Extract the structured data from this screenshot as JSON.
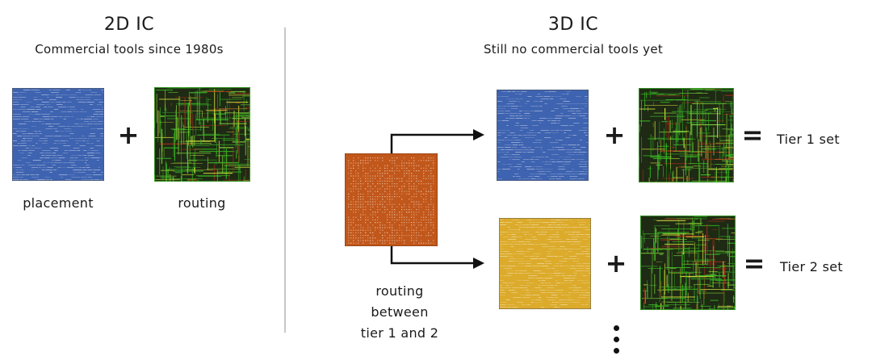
{
  "left_panel": {
    "title": "2D IC",
    "subtitle": "Commercial tools since 1980s",
    "placement_label": "placement",
    "routing_label": "routing",
    "plus": "+"
  },
  "right_panel": {
    "title": "3D IC",
    "subtitle": "Still no commercial tools yet",
    "between_label_line1": "routing",
    "between_label_line2": "between",
    "between_label_line3": "tier 1 and 2",
    "tier1_label": "Tier 1 set",
    "tier2_label": "Tier 2 set",
    "plus": "+",
    "equals": "="
  },
  "colors": {
    "placement_blue": "#3e63b0",
    "placement_gold": "#dcab2b",
    "interposer_orange": "#c1571b",
    "routing_dark": "#1e2a14",
    "routing_green": "#38b424",
    "routing_yellow": "#d6dc3c",
    "routing_red": "#b22a18",
    "divider": "#c8c8c8"
  },
  "icons": {
    "continuation": "vertical-ellipsis-icon",
    "arrow": "arrow-right-icon"
  }
}
